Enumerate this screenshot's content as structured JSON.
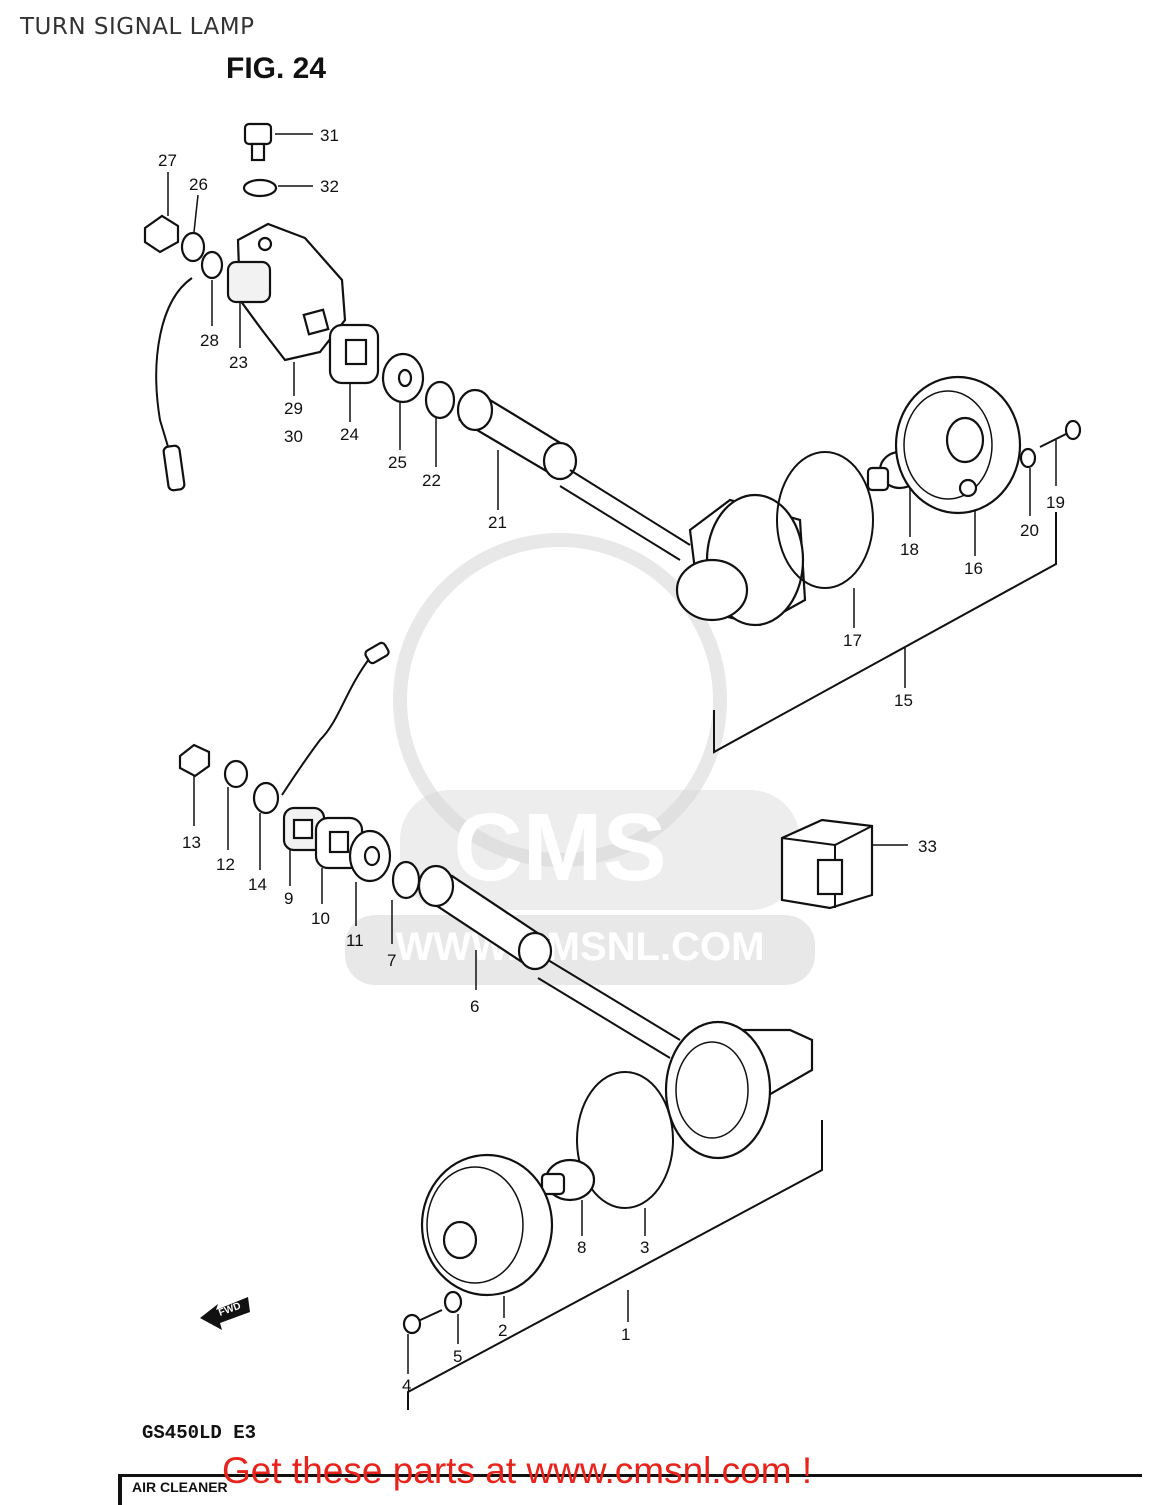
{
  "header": {
    "page_title": "TURN SIGNAL LAMP",
    "figure_title": "FIG. 24"
  },
  "footer": {
    "model_code": "GS450LD E3",
    "strip_text": "AIR CLEANER",
    "promo_text": "Get these parts at www.cmsnl.com !"
  },
  "watermark": {
    "brand": "CMS",
    "url": "WWW.CMSNL.COM"
  },
  "fwd_label": "FWD",
  "callouts": [
    "1",
    "2",
    "3",
    "4",
    "5",
    "6",
    "7",
    "8",
    "9",
    "10",
    "11",
    "12",
    "13",
    "14",
    "15",
    "16",
    "17",
    "18",
    "19",
    "20",
    "21",
    "22",
    "23",
    "24",
    "25",
    "26",
    "27",
    "28",
    "29",
    "30",
    "31",
    "32",
    "33"
  ],
  "colors": {
    "promo": "#e8231c",
    "line_art": "#111111",
    "watermark": "#d8d8d8"
  }
}
